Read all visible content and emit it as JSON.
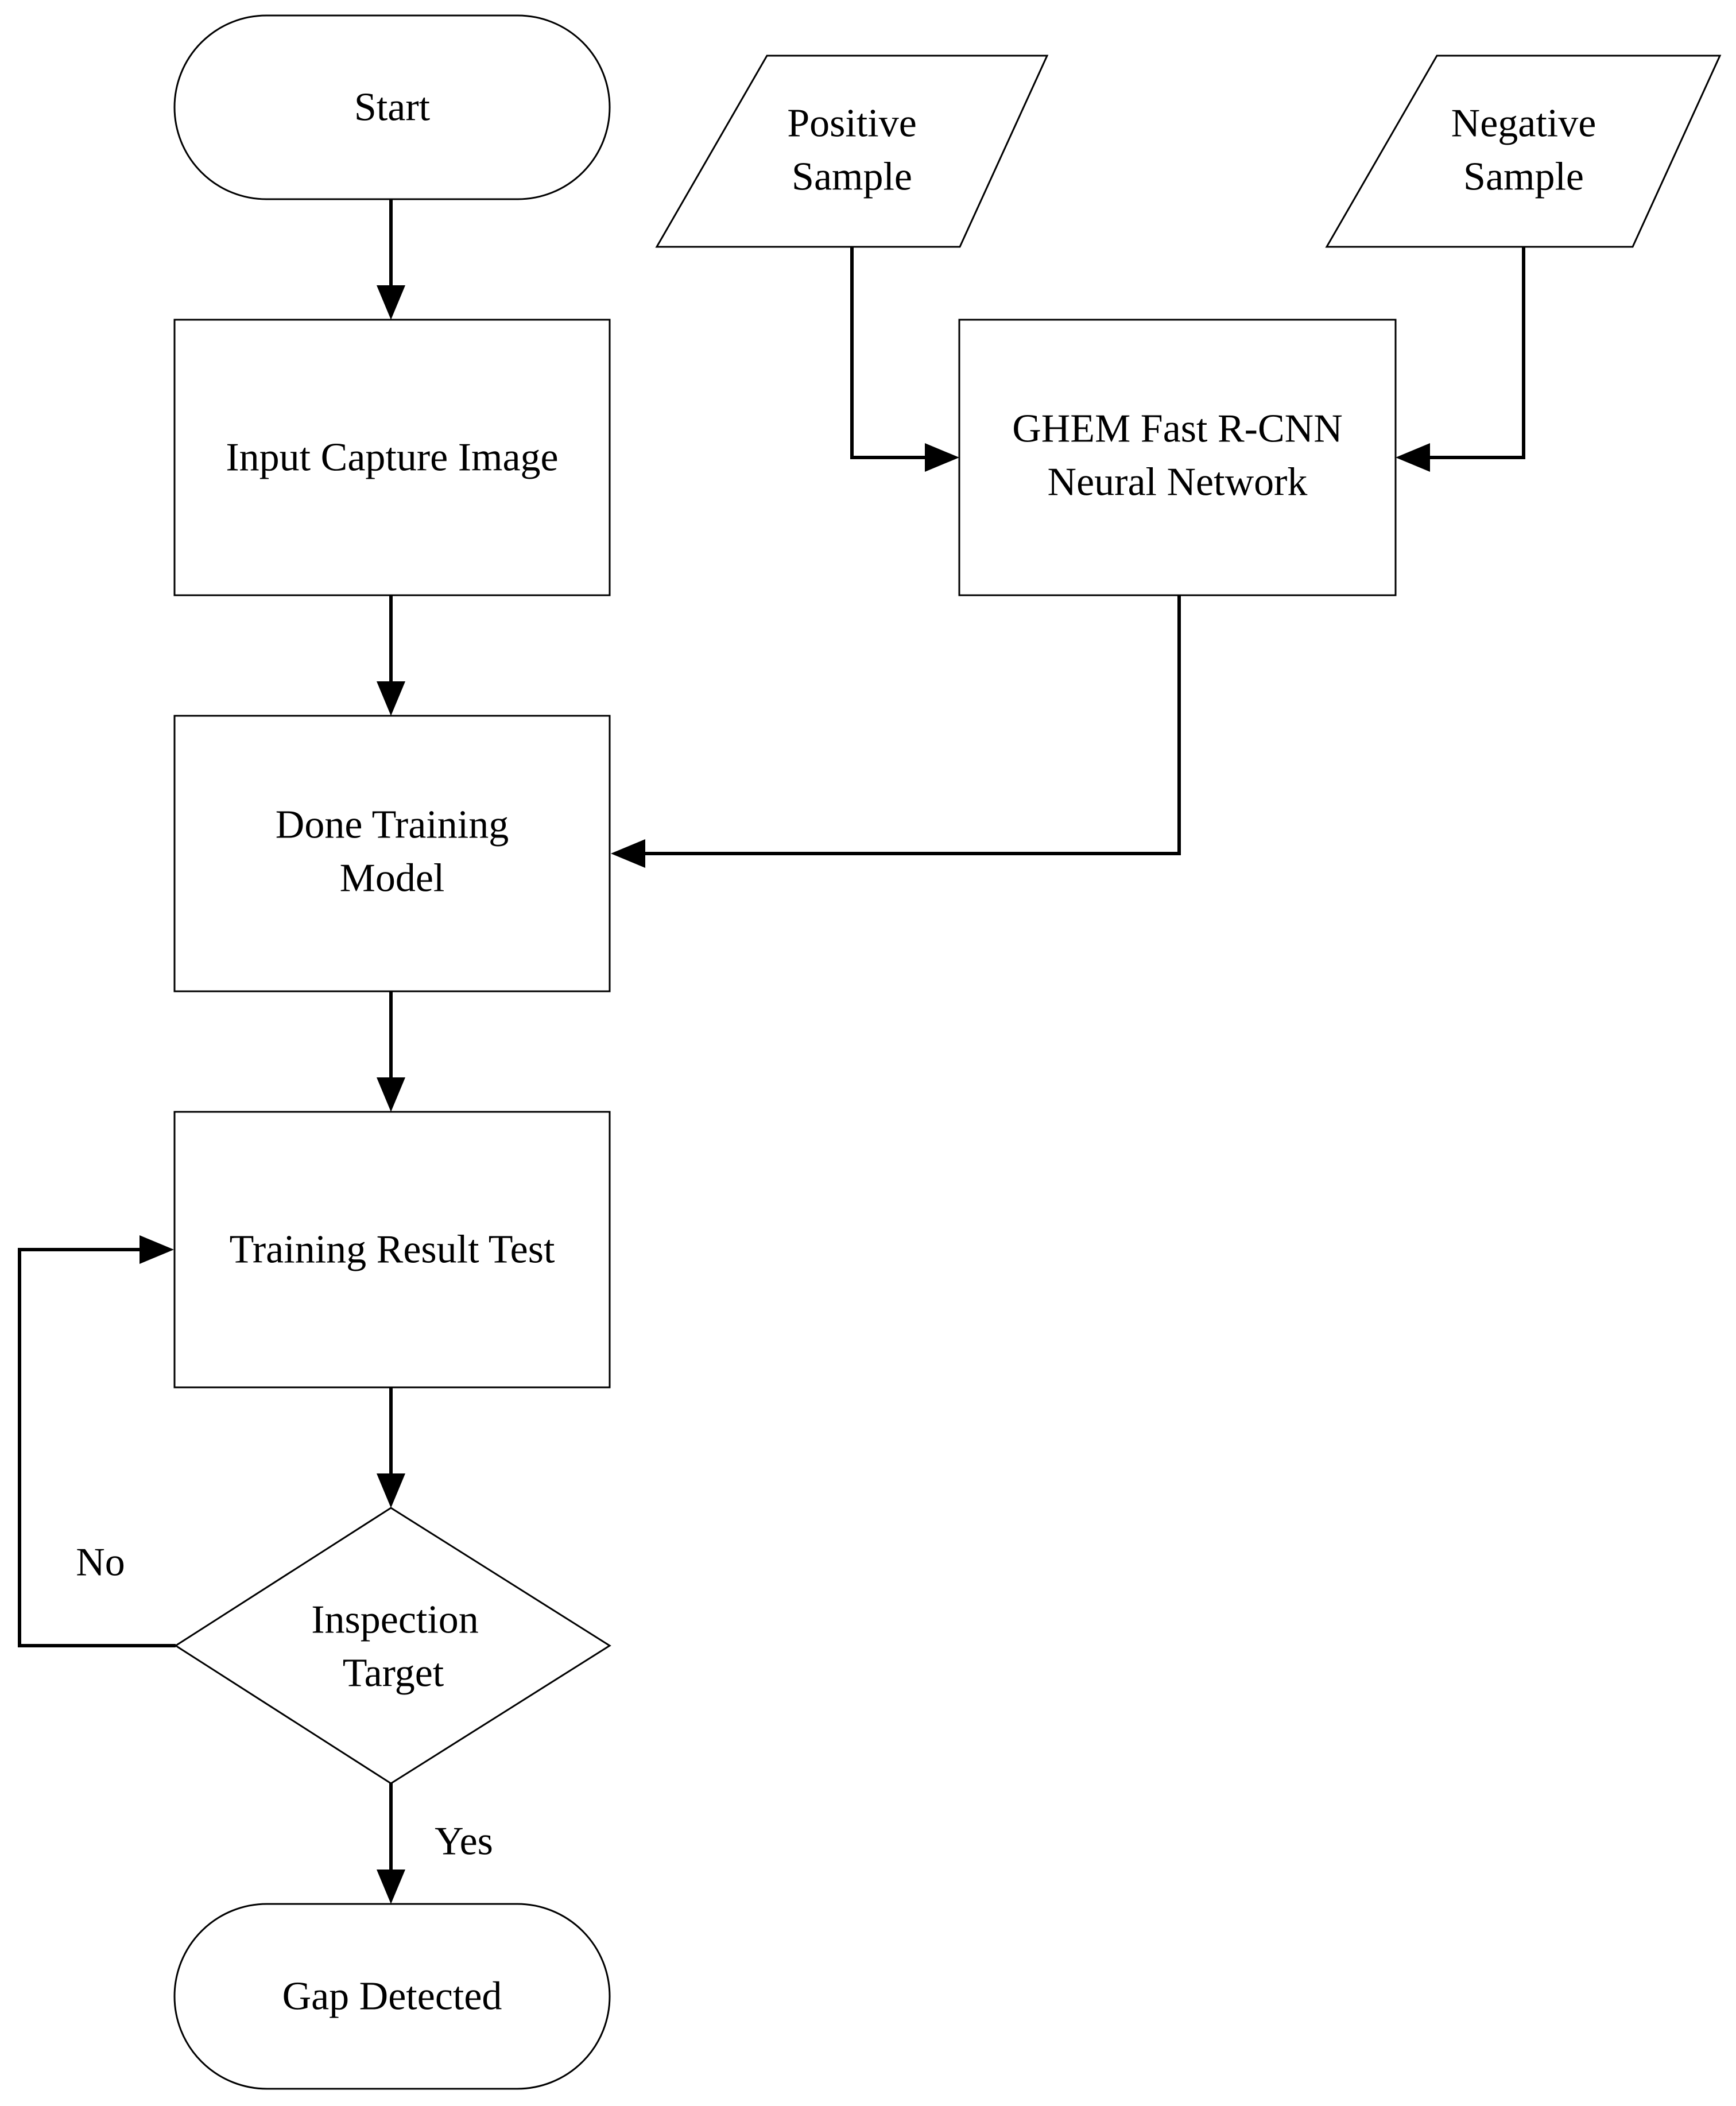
{
  "nodes": {
    "start": "Start",
    "positive_sample": [
      "Positive",
      "Sample"
    ],
    "negative_sample": [
      "Negative",
      "Sample"
    ],
    "input_capture_image": "Input Capture Image",
    "ghem_network": [
      "GHEM Fast R-CNN",
      "Neural Network"
    ],
    "done_training_model": [
      "Done Training",
      "Model"
    ],
    "training_result_test": "Training Result Test",
    "inspection_target": [
      "Inspection",
      "Target"
    ],
    "gap_detected": "Gap Detected"
  },
  "edge_labels": {
    "no": "No",
    "yes": "Yes"
  }
}
